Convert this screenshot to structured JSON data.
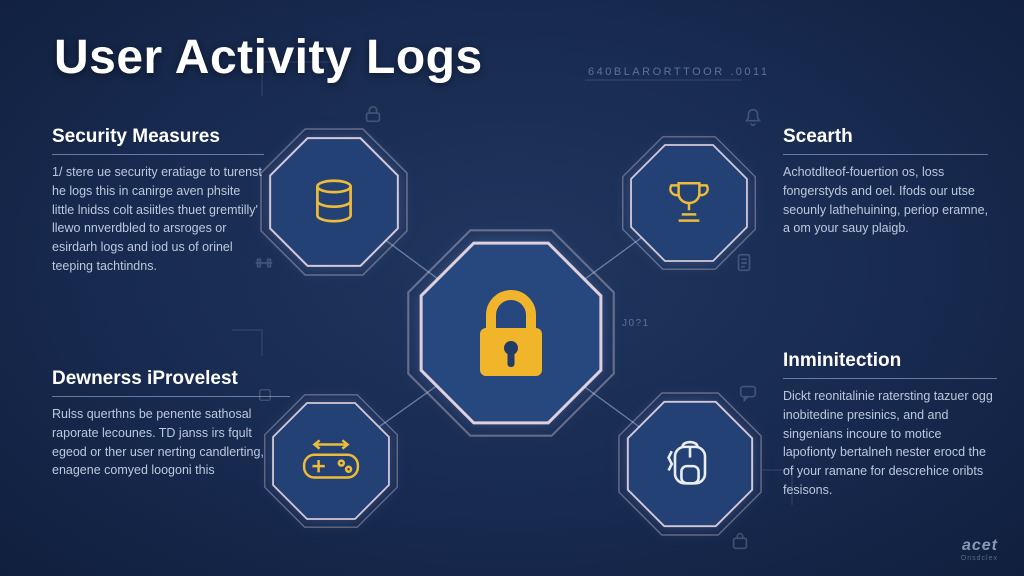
{
  "page": {
    "title": "User Activity Logs",
    "subtitle_code": "640BLARORTTOOR .0011",
    "center_tag": "J0?1",
    "watermark": "acet",
    "watermark_sub": "Onsdclex"
  },
  "sections": [
    {
      "heading": "Security Measures",
      "body": "1/ stere ue security eratiage to turenst he logs this in canirge aven phsite little lnidss colt asiitles thuet gremtilly' llewo nnverdbled to arsroges or esirdarh logs and iod us of orinel teeping tachtindns."
    },
    {
      "heading": "Scearth",
      "body": "Achotdlteof-fouertion os, loss fongerstyds and oel. Ifods our utse seounly lathehuining, periop eramne, a om your sauy plaigb."
    },
    {
      "heading": "Dewnerss iProvelest",
      "body": "Rulss querthns be penente sathosal raporate lecounes. TD janss irs fqult egeod or ther user nerting candlerting, enagene comyed loogoni this"
    },
    {
      "heading": "Inminitection",
      "body": "Dickt reonitalinie ratersting tazuer ogg inobitedine presinics, and and singenians incoure to motice lapofionty bertalneh nester erocd the of your ramane for descrehice oribts fesisons."
    }
  ],
  "nodes": [
    {
      "id": "center",
      "icon": "padlock-icon"
    },
    {
      "id": "top-left",
      "icon": "database-icon"
    },
    {
      "id": "top-right",
      "icon": "trophy-icon"
    },
    {
      "id": "bottom-left",
      "icon": "controller-icon"
    },
    {
      "id": "bottom-right",
      "icon": "backpack-icon"
    }
  ],
  "colors": {
    "background": "#17294e",
    "accent_yellow": "#f1b52c",
    "node_fill": "#234175",
    "node_border": "#ecd4de",
    "body_text": "#bcc8dc"
  }
}
